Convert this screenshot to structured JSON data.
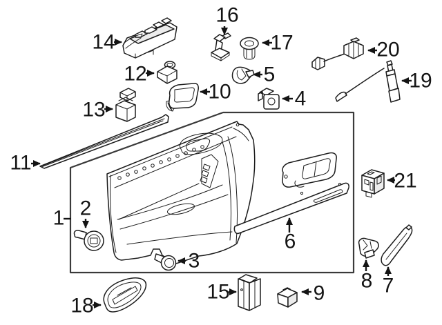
{
  "diagram": {
    "type": "exploded-parts-diagram",
    "subject": "front-door-interior-trim-panel",
    "background_color": "#ffffff",
    "line_color": "#1c1c1c",
    "box_line_color": "#3a3a3a"
  },
  "callouts": [
    {
      "label": "1",
      "part": "door-trim-panel-boundary"
    },
    {
      "label": "2",
      "part": "grommet"
    },
    {
      "label": "3",
      "part": "retainer-clip"
    },
    {
      "label": "4",
      "part": "square-clip"
    },
    {
      "label": "5",
      "part": "spring-clip"
    },
    {
      "label": "6",
      "part": "lower-trim-strip"
    },
    {
      "label": "7",
      "part": "sail-trim"
    },
    {
      "label": "8",
      "part": "small-clip"
    },
    {
      "label": "9",
      "part": "switch-blank"
    },
    {
      "label": "10",
      "part": "courtesy-lamp"
    },
    {
      "label": "11",
      "part": "belt-molding-strip"
    },
    {
      "label": "12",
      "part": "mirror-switch"
    },
    {
      "label": "13",
      "part": "single-switch"
    },
    {
      "label": "14",
      "part": "window-switch-assembly"
    },
    {
      "label": "15",
      "part": "side-switch"
    },
    {
      "label": "16",
      "part": "bracket-clip"
    },
    {
      "label": "17",
      "part": "grommet-nut"
    },
    {
      "label": "18",
      "part": "pull-handle-cup"
    },
    {
      "label": "19",
      "part": "antenna-cable"
    },
    {
      "label": "20",
      "part": "wiring-harness"
    },
    {
      "label": "21",
      "part": "control-module"
    }
  ]
}
